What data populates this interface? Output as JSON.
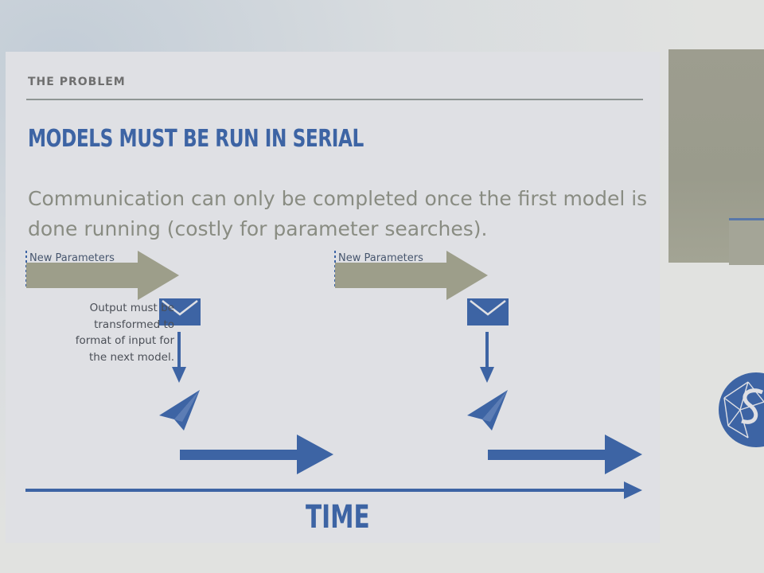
{
  "slide": {
    "eyebrow": "THE PROBLEM",
    "title": "MODELS MUST BE RUN IN SERIAL",
    "subtitle": "Communication can only be completed once the first model is done running (costly for parameter searches).",
    "param_label_1": "New Parameters",
    "param_label_2": "New Parameters",
    "note": "Output must be\ntransformed to\nformat of input for\nthe next model.",
    "time_label": "TIME"
  },
  "colors": {
    "accent_blue": "#3d64a4",
    "arrow_olive": "#9d9e8a",
    "text_gray": "#898c82"
  },
  "icons": {
    "message": "envelope-icon",
    "send": "paper-plane-icon",
    "logo": "network-sphere-logo-icon"
  }
}
